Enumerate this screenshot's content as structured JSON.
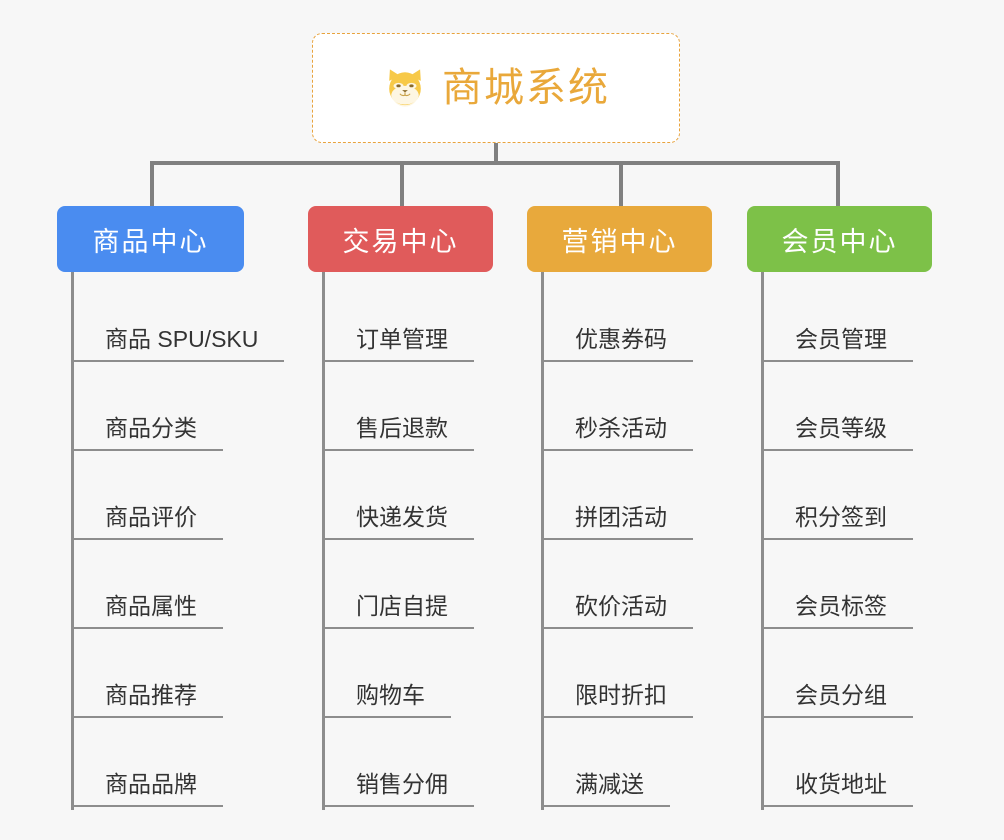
{
  "background_color": "#f7f7f7",
  "root": {
    "title": "商城系统",
    "icon": "shiba-dog-icon",
    "text_color": "#e9a83a",
    "border_color": "#e8a33d",
    "fill_color": "#ffffff"
  },
  "connector_color": "#808080",
  "branches": [
    {
      "label": "商品中心",
      "color": "#4a8cf0",
      "items": [
        "商品 SPU/SKU",
        "商品分类",
        "商品评价",
        "商品属性",
        "商品推荐",
        "商品品牌"
      ]
    },
    {
      "label": "交易中心",
      "color": "#e05b5b",
      "items": [
        "订单管理",
        "售后退款",
        "快递发货",
        "门店自提",
        "购物车",
        "销售分佣"
      ]
    },
    {
      "label": "营销中心",
      "color": "#e8a93c",
      "items": [
        "优惠券码",
        "秒杀活动",
        "拼团活动",
        "砍价活动",
        "限时折扣",
        "满减送"
      ]
    },
    {
      "label": "会员中心",
      "color": "#7dc148",
      "items": [
        "会员管理",
        "会员等级",
        "积分签到",
        "会员标签",
        "会员分组",
        "收货地址"
      ]
    }
  ]
}
